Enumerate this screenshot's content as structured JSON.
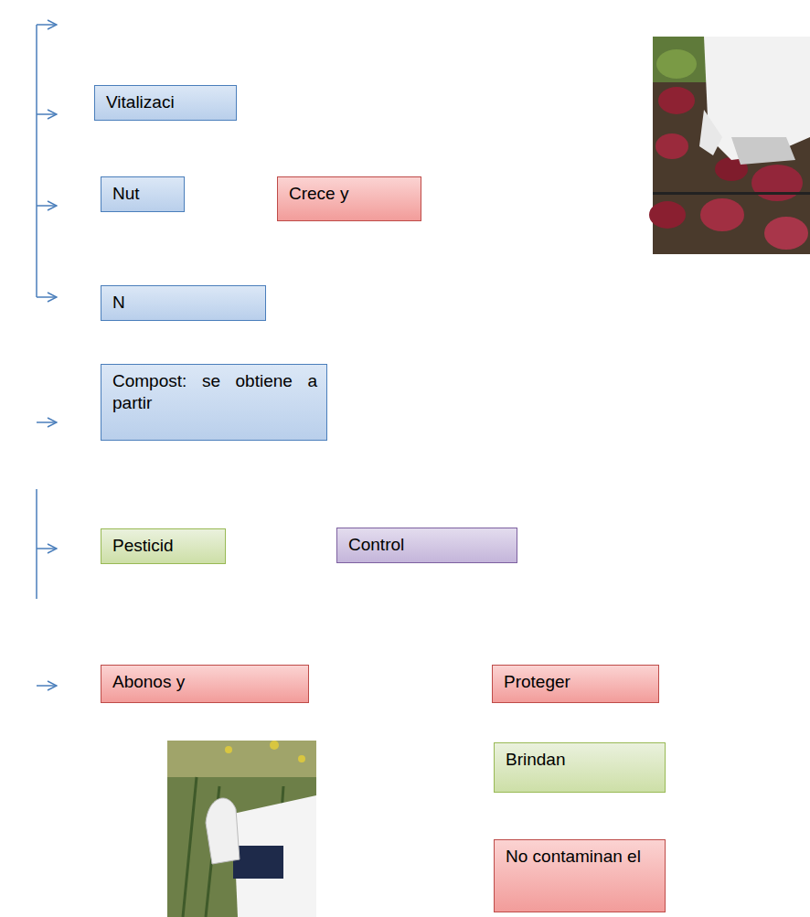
{
  "diagram": {
    "nodes": [
      {
        "text": [
          "Vitalizaci"
        ]
      },
      {
        "text": [
          "Nut"
        ]
      },
      {
        "text": [
          "Crece y"
        ]
      },
      {
        "text": [
          "N"
        ]
      },
      {
        "text": [
          "Compost: se obtiene a partir"
        ]
      },
      {
        "text": [
          "Pesticid"
        ]
      },
      {
        "text": [
          "Control"
        ]
      },
      {
        "text": [
          "Abonos y"
        ]
      },
      {
        "text": [
          "Proteger"
        ]
      },
      {
        "text": [
          "Brindan"
        ]
      },
      {
        "text": [
          "No contaminan el"
        ]
      }
    ]
  }
}
